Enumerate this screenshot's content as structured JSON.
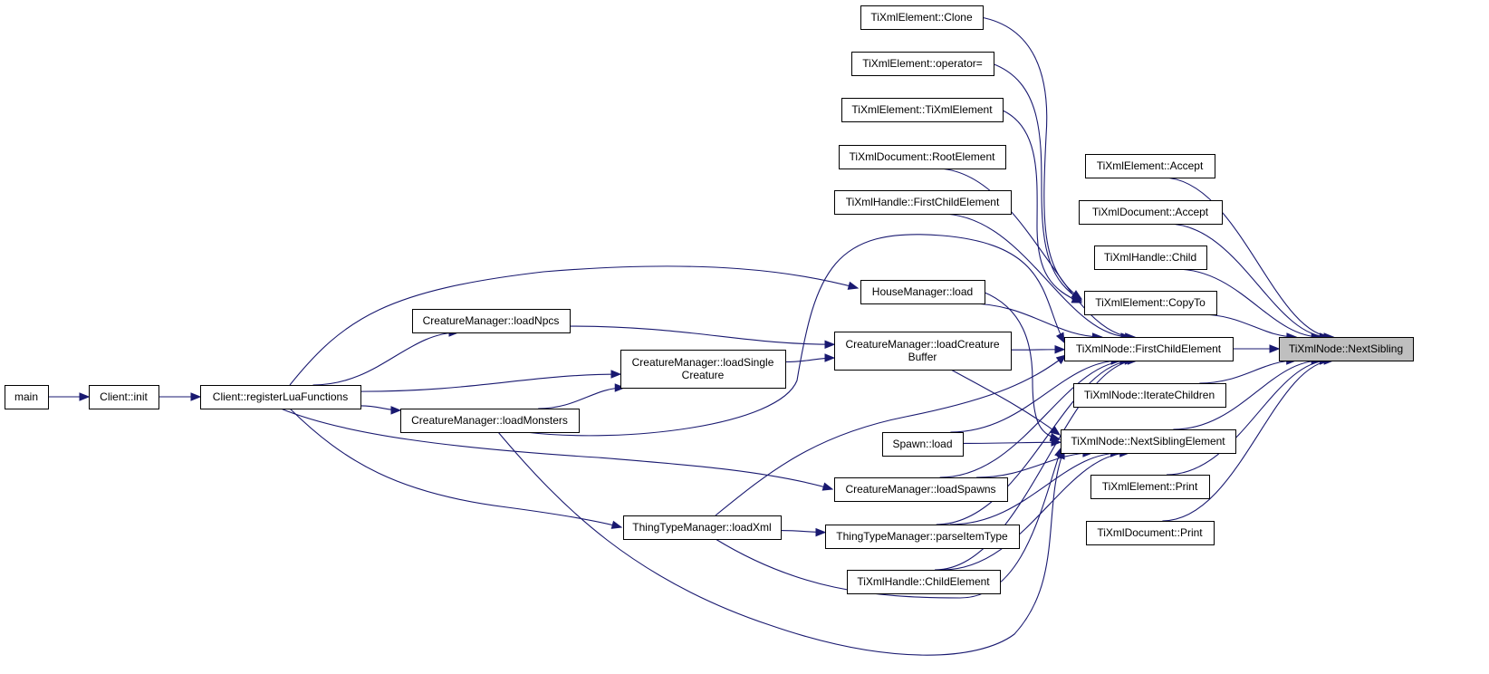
{
  "graph": {
    "focus_color": "#bfbfbf",
    "edge_color": "#191970",
    "nodes": [
      {
        "id": "main",
        "label": "main"
      },
      {
        "id": "client_init",
        "label": "Client::init"
      },
      {
        "id": "register_lua",
        "label": "Client::registerLuaFunctions"
      },
      {
        "id": "cm_loadnpcs",
        "label": "CreatureManager::loadNpcs"
      },
      {
        "id": "cm_loadsingle",
        "label": "CreatureManager::loadSingle Creature"
      },
      {
        "id": "cm_loadmonsters",
        "label": "CreatureManager::loadMonsters"
      },
      {
        "id": "ttm_loadxml",
        "label": "ThingTypeManager::loadXml"
      },
      {
        "id": "xe_clone",
        "label": "TiXmlElement::Clone"
      },
      {
        "id": "xe_operator",
        "label": "TiXmlElement::operator="
      },
      {
        "id": "xe_ctor",
        "label": "TiXmlElement::TiXmlElement"
      },
      {
        "id": "xd_root",
        "label": "TiXmlDocument::RootElement"
      },
      {
        "id": "xh_firstchild",
        "label": "TiXmlHandle::FirstChildElement"
      },
      {
        "id": "hm_load",
        "label": "HouseManager::load"
      },
      {
        "id": "cm_loadbuffer",
        "label": "CreatureManager::loadCreature Buffer"
      },
      {
        "id": "spawn_load",
        "label": "Spawn::load"
      },
      {
        "id": "cm_loadspawns",
        "label": "CreatureManager::loadSpawns"
      },
      {
        "id": "ttm_parseitem",
        "label": "ThingTypeManager::parseItemType"
      },
      {
        "id": "xh_childelement",
        "label": "TiXmlHandle::ChildElement"
      },
      {
        "id": "xe_accept",
        "label": "TiXmlElement::Accept"
      },
      {
        "id": "xd_accept",
        "label": "TiXmlDocument::Accept"
      },
      {
        "id": "xh_child",
        "label": "TiXmlHandle::Child"
      },
      {
        "id": "xe_copyto",
        "label": "TiXmlElement::CopyTo"
      },
      {
        "id": "xn_firstchild",
        "label": "TiXmlNode::FirstChildElement"
      },
      {
        "id": "xn_iterate",
        "label": "TiXmlNode::IterateChildren"
      },
      {
        "id": "xn_nextsibel",
        "label": "TiXmlNode::NextSiblingElement"
      },
      {
        "id": "xe_print",
        "label": "TiXmlElement::Print"
      },
      {
        "id": "xd_print",
        "label": "TiXmlDocument::Print"
      },
      {
        "id": "xn_nextsibling",
        "label": "TiXmlNode::NextSibling",
        "focus": true
      }
    ],
    "edges": [
      [
        "main",
        "client_init"
      ],
      [
        "client_init",
        "register_lua"
      ],
      [
        "register_lua",
        "cm_loadnpcs"
      ],
      [
        "register_lua",
        "cm_loadsingle"
      ],
      [
        "register_lua",
        "cm_loadmonsters"
      ],
      [
        "register_lua",
        "hm_load"
      ],
      [
        "register_lua",
        "cm_loadspawns"
      ],
      [
        "register_lua",
        "ttm_loadxml"
      ],
      [
        "cm_loadnpcs",
        "cm_loadbuffer"
      ],
      [
        "cm_loadmonsters",
        "cm_loadsingle"
      ],
      [
        "cm_loadmonsters",
        "xn_firstchild"
      ],
      [
        "cm_loadmonsters",
        "xn_nextsibel"
      ],
      [
        "cm_loadsingle",
        "cm_loadbuffer"
      ],
      [
        "ttm_loadxml",
        "ttm_parseitem"
      ],
      [
        "ttm_loadxml",
        "xn_firstchild"
      ],
      [
        "ttm_loadxml",
        "xn_nextsibel"
      ],
      [
        "xe_clone",
        "xe_copyto"
      ],
      [
        "xe_operator",
        "xe_copyto"
      ],
      [
        "xe_ctor",
        "xe_copyto"
      ],
      [
        "xd_root",
        "xn_firstchild"
      ],
      [
        "xh_firstchild",
        "xn_firstchild"
      ],
      [
        "hm_load",
        "xn_firstchild"
      ],
      [
        "hm_load",
        "xn_nextsibel"
      ],
      [
        "cm_loadbuffer",
        "xn_firstchild"
      ],
      [
        "cm_loadbuffer",
        "xn_nextsibel"
      ],
      [
        "spawn_load",
        "xn_firstchild"
      ],
      [
        "spawn_load",
        "xn_nextsibel"
      ],
      [
        "cm_loadspawns",
        "xn_firstchild"
      ],
      [
        "cm_loadspawns",
        "xn_nextsibel"
      ],
      [
        "ttm_parseitem",
        "xn_firstchild"
      ],
      [
        "ttm_parseitem",
        "xn_nextsibel"
      ],
      [
        "xh_childelement",
        "xn_firstchild"
      ],
      [
        "xh_childelement",
        "xn_nextsibel"
      ],
      [
        "xe_accept",
        "xn_nextsibling"
      ],
      [
        "xd_accept",
        "xn_nextsibling"
      ],
      [
        "xh_child",
        "xn_nextsibling"
      ],
      [
        "xe_copyto",
        "xn_nextsibling"
      ],
      [
        "xn_firstchild",
        "xn_nextsibling"
      ],
      [
        "xn_iterate",
        "xn_nextsibling"
      ],
      [
        "xn_nextsibel",
        "xn_nextsibling"
      ],
      [
        "xe_print",
        "xn_nextsibling"
      ],
      [
        "xd_print",
        "xn_nextsibling"
      ]
    ]
  }
}
